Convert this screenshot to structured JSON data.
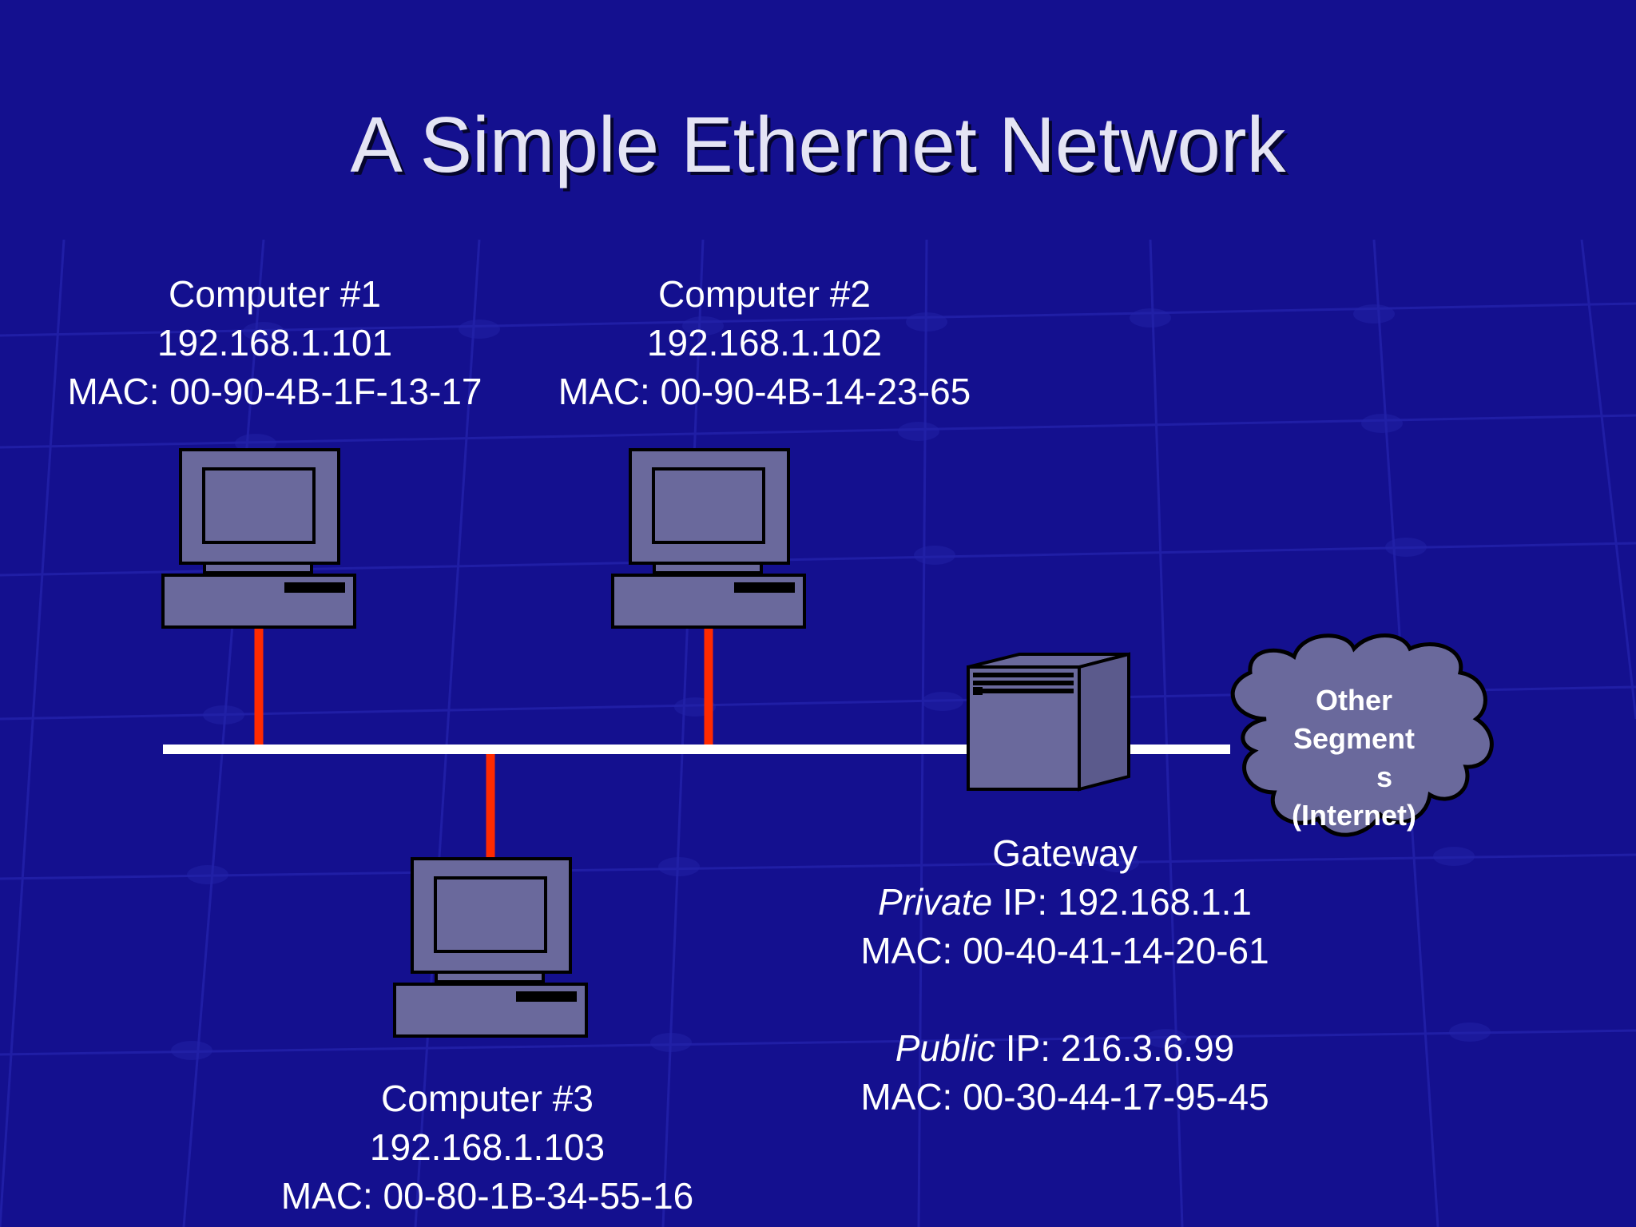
{
  "title": "A Simple Ethernet Network",
  "colors": {
    "background": "#14108f",
    "device_fill": "#6a699c",
    "bus_line": "#ffffff",
    "drop_line": "#ff2a00",
    "cloud_fill": "#6a699c"
  },
  "computers": [
    {
      "name": "Computer #1",
      "ip": "192.168.1.101",
      "mac": "MAC: 00-90-4B-1F-13-17"
    },
    {
      "name": "Computer #2",
      "ip": "192.168.1.102",
      "mac": "MAC: 00-90-4B-14-23-65"
    },
    {
      "name": "Computer #3",
      "ip": "192.168.1.103",
      "mac": "MAC: 00-80-1B-34-55-16"
    }
  ],
  "gateway": {
    "name": "Gateway",
    "private_prefix": "Private",
    "private_ip": " IP: 192.168.1.1",
    "private_mac": "MAC: 00-40-41-14-20-61",
    "public_prefix": "Public",
    "public_ip": " IP: 216.3.6.99",
    "public_mac": "MAC: 00-30-44-17-95-45"
  },
  "cloud": {
    "lines": [
      "Other",
      "Segment",
      "s",
      "(Internet)"
    ]
  }
}
